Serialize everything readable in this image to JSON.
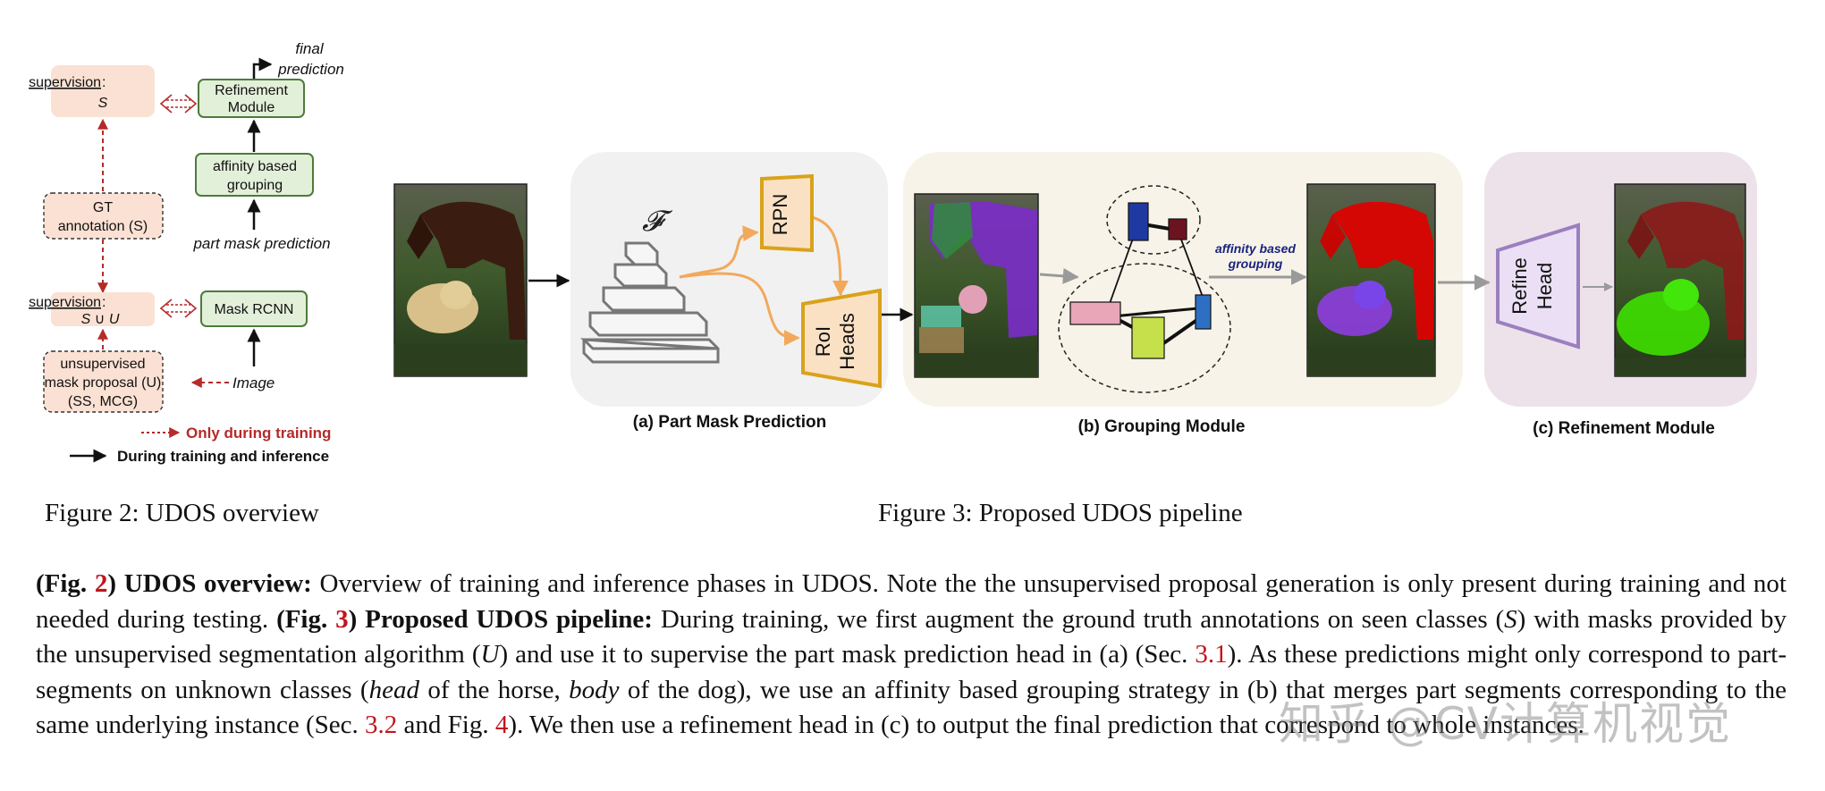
{
  "fig2": {
    "final_prediction": [
      "final",
      "prediction"
    ],
    "supervision_s": {
      "title": "supervision",
      "colon": ":",
      "var": "S"
    },
    "refinement_module": [
      "Refinement",
      "Module"
    ],
    "affinity_grouping": [
      "affinity based",
      "grouping"
    ],
    "gt_annotation": [
      "GT",
      "annotation (S)"
    ],
    "part_mask_prediction": "part mask prediction",
    "supervision_su": {
      "title": "supervision",
      "colon": ":",
      "var": "S ∪ U"
    },
    "mask_rcnn": "Mask RCNN",
    "unsup_proposal": [
      "unsupervised",
      "mask proposal (U)",
      "(SS, MCG)"
    ],
    "image": "Image",
    "legend_training": "Only during training",
    "legend_both": "During training and inference",
    "caption": "Figure 2: UDOS overview"
  },
  "fig3": {
    "f_symbol": "𝓕",
    "rpn": "RPN",
    "roi_heads": [
      "RoI",
      "Heads"
    ],
    "affinity_label": [
      "affinity based",
      "grouping"
    ],
    "refine_head": [
      "Refine",
      "Head"
    ],
    "label_a": "(a) Part Mask Prediction",
    "label_b": "(b) Grouping Module",
    "label_c": "(c) Refinement Module",
    "caption": "Figure 3: Proposed UDOS pipeline"
  },
  "paragraph": {
    "p1": "(Fig. ",
    "r1": "2",
    "p2": ") UDOS overview:",
    "t1": " Overview of training and inference phases in UDOS. Note the the unsupervised proposal generation is only present during training and not needed during testing. ",
    "p3": "(Fig. ",
    "r2": "3",
    "p4": ") Proposed UDOS pipeline:",
    "t2": " During training, we first augment the ground truth annotations on seen classes (",
    "v1": "S",
    "t3": ") with masks provided by the unsupervised segmentation algorithm (",
    "v2": "U",
    "t4": ") and use it to supervise the part mask prediction head in (a) (Sec. ",
    "r3": "3.1",
    "t5": "). As these predictions might only correspond to part-segments on unknown classes (",
    "i1": "head",
    "t6": " of the horse, ",
    "i2": "body",
    "t7": " of the dog), we use an affinity based grouping strategy in (b) that merges part segments corresponding to the same underlying instance (Sec. ",
    "r4": "3.2",
    "t8": " and Fig. ",
    "r5": "4",
    "t9": "). We then use a refinement head in (c) to output the final prediction that correspond to whole instances."
  },
  "watermark": "知乎 @CV计算机视觉",
  "colors": {
    "box_green_fill": "#e3f0d9",
    "box_green_stroke": "#4d7a3b",
    "box_pink_fill": "#fbe1d3",
    "red_dashed": "#b52a2a",
    "orange": "#f2a95a",
    "gold": "#d9a21b",
    "purple": "#9b7fbf",
    "panel_gray": "#f1f1f1",
    "panel_cream": "#f7f3e8",
    "panel_mauve": "#ede2ea",
    "ref_red": "#c0161b"
  }
}
